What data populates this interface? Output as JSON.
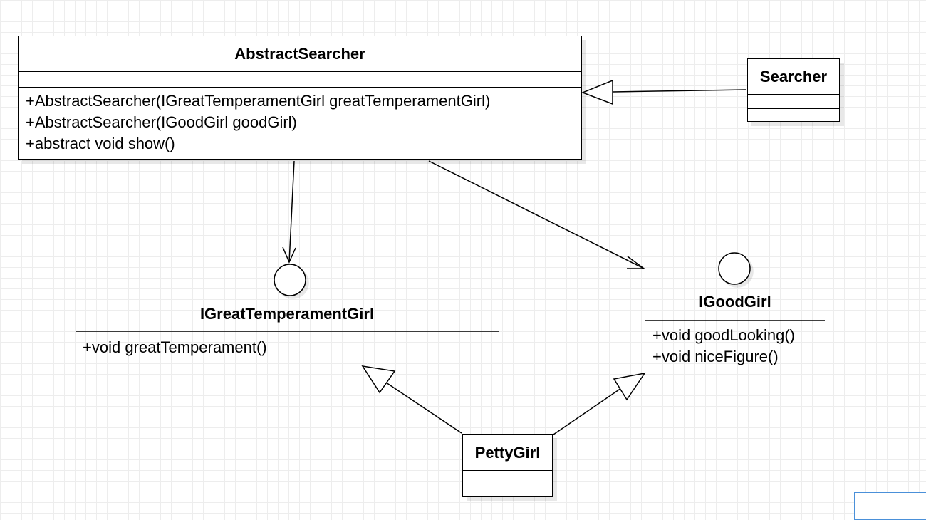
{
  "classes": {
    "abstract_searcher": {
      "name": "AbstractSearcher",
      "operations": [
        "+AbstractSearcher(IGreatTemperamentGirl greatTemperamentGirl)",
        "+AbstractSearcher(IGoodGirl goodGirl)",
        "+abstract void show()"
      ]
    },
    "searcher": {
      "name": "Searcher"
    },
    "petty_girl": {
      "name": "PettyGirl"
    }
  },
  "interfaces": {
    "great_temperament_girl": {
      "name": "IGreatTemperamentGirl",
      "operations": [
        "+void greatTemperament()"
      ]
    },
    "good_girl": {
      "name": "IGoodGirl",
      "operations": [
        "+void goodLooking()",
        "+void niceFigure()"
      ]
    }
  },
  "colors": {
    "line": "#000000",
    "grid": "#ededed",
    "selection": "#4a90d9"
  }
}
